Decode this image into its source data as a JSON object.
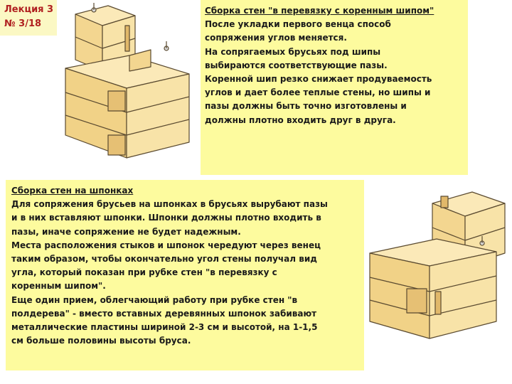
{
  "lecture": {
    "line1": "Лекция 3",
    "line2": "№ 3/18"
  },
  "top_box": {
    "title": "Сборка стен \"в перевязку с коренным шипом\"",
    "lines": [
      "После укладки первого венца способ",
      "сопряжения углов меняется.",
      "На сопрягаемых брусьях под шипы",
      "выбираются соответствующие пазы.",
      "Коренной шип резко снижает продуваемость",
      "углов и дает более теплые стены, но шипы и",
      "пазы должны быть точно изготовлены и",
      "должны плотно входить друг в друга."
    ]
  },
  "bottom_box": {
    "title": "Сборка стен на шпонках",
    "lines": [
      "Для сопряжения брусьев на шпонках в брусьях вырубают пазы",
      "и в них вставляют шпонки. Шпонки должны плотно входить в",
      "пазы, иначе сопряжение не будет надежным.",
      "Места расположения стыков и шпонок чередуют через венец",
      "таким образом, чтобы окончательно угол стены получал вид",
      "угла, который показан при рубке стен \"в перевязку с",
      "коренным шипом\".",
      "Еще один прием, облегчающий работу при рубке стен \"в",
      "полдерева\" - вместо вставных деревянных шпонок забивают",
      "металлические пластины шириной 2-3 см и высотой, на 1-1,5",
      "см больше половины высоты бруса."
    ]
  },
  "colors": {
    "text_box_bg": "#fdfb9e",
    "label_bg": "#fbf8c4",
    "label_text": "#b02020",
    "wood": "#f6dfa2",
    "wood_dark": "#e8c47a"
  }
}
